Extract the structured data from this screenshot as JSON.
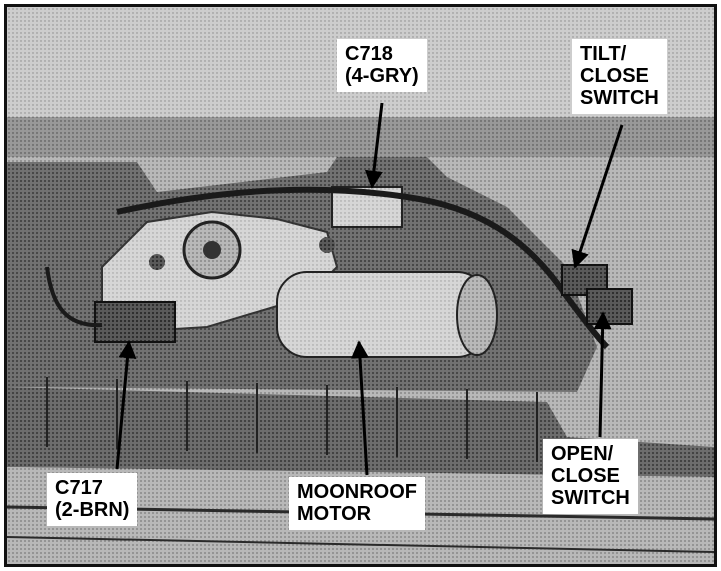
{
  "photo": {
    "description_icon": "moonroof-motor-photo",
    "tone": "grayscale-halftone"
  },
  "callouts": {
    "c718": {
      "line1": "C718",
      "line2": "(4-GRY)"
    },
    "tilt_close": {
      "line1": "TILT/",
      "line2": "CLOSE",
      "line3": "SWITCH"
    },
    "c717": {
      "line1": "C717",
      "line2": "(2-BRN)"
    },
    "moonroof_motor": {
      "line1": "MOONROOF",
      "line2": "MOTOR"
    },
    "open_close": {
      "line1": "OPEN/",
      "line2": "CLOSE",
      "line3": "SWITCH"
    }
  },
  "colors": {
    "label_bg": "#ffffff",
    "label_text": "#000000",
    "frame": "#111111"
  }
}
